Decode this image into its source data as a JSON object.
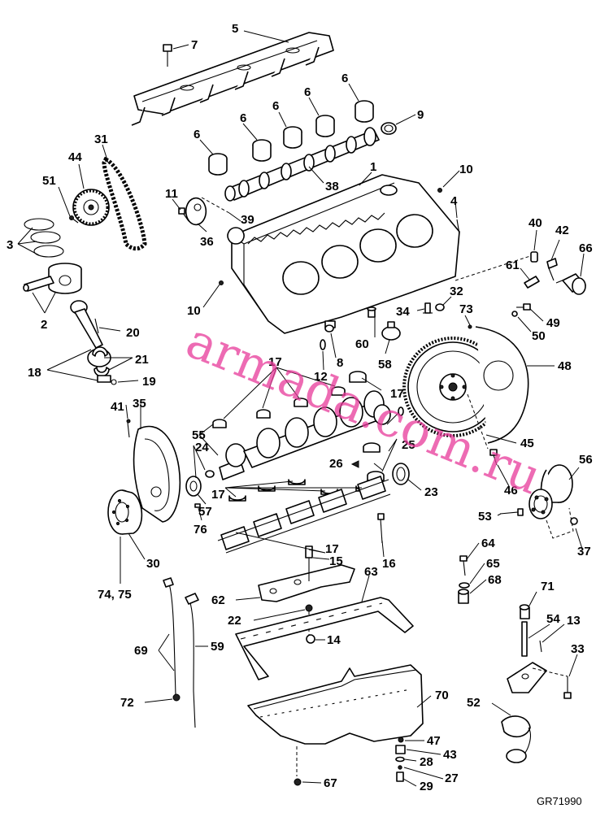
{
  "callouts": [
    "5",
    "7",
    "6",
    "6",
    "6",
    "6",
    "6",
    "6",
    "9",
    "31",
    "44",
    "51",
    "3",
    "2",
    "11",
    "36",
    "39",
    "38",
    "1",
    "10",
    "4",
    "40",
    "42",
    "66",
    "61",
    "10",
    "34",
    "32",
    "73",
    "49",
    "50",
    "48",
    "20",
    "21",
    "18",
    "19",
    "60",
    "58",
    "8",
    "12",
    "17",
    "17",
    "41",
    "35",
    "24",
    "55",
    "57",
    "76",
    "17",
    "25",
    "26",
    "23",
    "45",
    "46",
    "56",
    "53",
    "37",
    "30",
    "74, 75",
    "17",
    "15",
    "16",
    "64",
    "65",
    "68",
    "62",
    "63",
    "22",
    "14",
    "71",
    "54",
    "13",
    "33",
    "69",
    "59",
    "72",
    "52",
    "70",
    "47",
    "43",
    "28",
    "27",
    "29",
    "67"
  ],
  "watermark": "armada.com.ru",
  "drawing_code": "GR71990"
}
